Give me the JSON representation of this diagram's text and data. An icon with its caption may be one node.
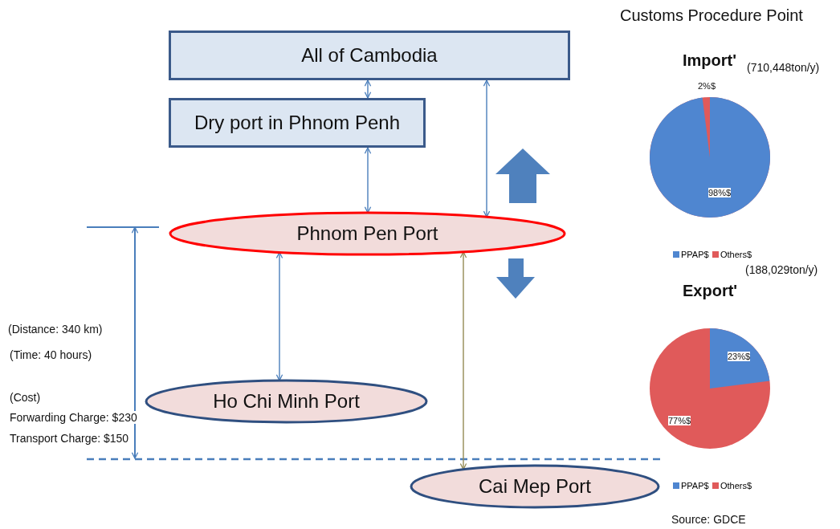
{
  "diagram": {
    "nodes": [
      {
        "text": [
          "All of Cambodia"
        ]
      },
      {
        "text": [
          "Dry port in Phnom Penh"
        ]
      },
      {
        "text": [
          "Phnom Pen Port"
        ]
      },
      {
        "text": [
          "Ho Chi Minh Port"
        ]
      },
      {
        "text": [
          "Cai Mep Port"
        ]
      }
    ],
    "edges": [
      {
        "from": 0,
        "to": 1,
        "arrow": "both"
      },
      {
        "from": 1,
        "to": 2,
        "arrow": "both"
      },
      {
        "from": 0,
        "to": 2,
        "arrow": "both"
      },
      {
        "from": 2,
        "to": 3,
        "arrow": "both"
      },
      {
        "from": 2,
        "to": 4,
        "arrow": "both",
        "color": "#948a54"
      }
    ],
    "labels": [
      "Customs Procedure Point",
      "Import'",
      "(710,448ton/y)",
      "2%$",
      "98%$",
      "(188,029ton/y)",
      "Export'",
      "23%$",
      "77%$",
      "(Distance: 340 km)",
      "(Time: 40 hours)",
      "(Cost)",
      "Forwarding Charge: $230",
      "Transport Charge: $150",
      "Source: GDCE"
    ],
    "legend": [
      {
        "text": "PPAP$",
        "color": "#4f86d0"
      },
      {
        "text": "Others$",
        "color": "#e05a5a"
      },
      {
        "text": "PPAP$",
        "color": "#4f86d0"
      },
      {
        "text": "Others$",
        "color": "#e05a5a"
      }
    ]
  }
}
